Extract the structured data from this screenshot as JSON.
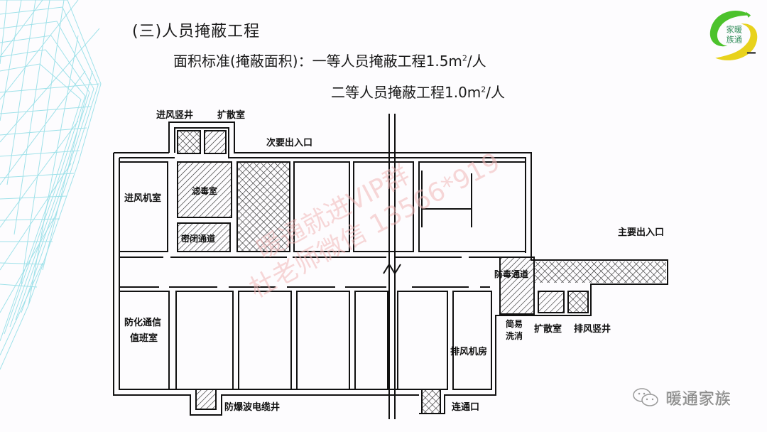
{
  "slide": {
    "heading": "(三)人员掩蔽工程",
    "area_standard_label": "面积标准(掩蔽面积)：",
    "standards": [
      {
        "text": "一等人员掩蔽工程1.5m",
        "sup": "2",
        "suffix": "/人"
      },
      {
        "text": "二等人员掩蔽工程1.0m",
        "sup": "2",
        "suffix": "/人"
      }
    ]
  },
  "logo": {
    "text_line1": "家暖",
    "text_line2": "族通",
    "colors": {
      "green": "#4cc22c",
      "yellow": "#e8d21c"
    }
  },
  "floor_plan": {
    "labels": {
      "intake_shaft": "进风竖井",
      "expansion_room_top": "扩散室",
      "secondary_entrance": "次要出入口",
      "intake_fan_room": "进风机室",
      "filter_room": "滤毒室",
      "airtight_passage": "密闭通道",
      "main_entrance": "主要出入口",
      "anti_gas_passage": "防毒通道",
      "simple_decon_line1": "简易",
      "simple_decon_line2": "洗消",
      "expansion_room_right": "扩散室",
      "exhaust_shaft": "排风竖井",
      "comm_room_line1": "防化通信",
      "comm_room_line2": "值班室",
      "exhaust_fan_room": "排风机房",
      "cable_shaft": "防爆波电缆井",
      "connecting_opening": "连通口"
    }
  },
  "watermark": {
    "line1": "暖通就进VIP群",
    "line2": "杜老师微信 13566*919"
  },
  "brand": {
    "name": "暖通家族",
    "icon": "wechat-icon"
  }
}
